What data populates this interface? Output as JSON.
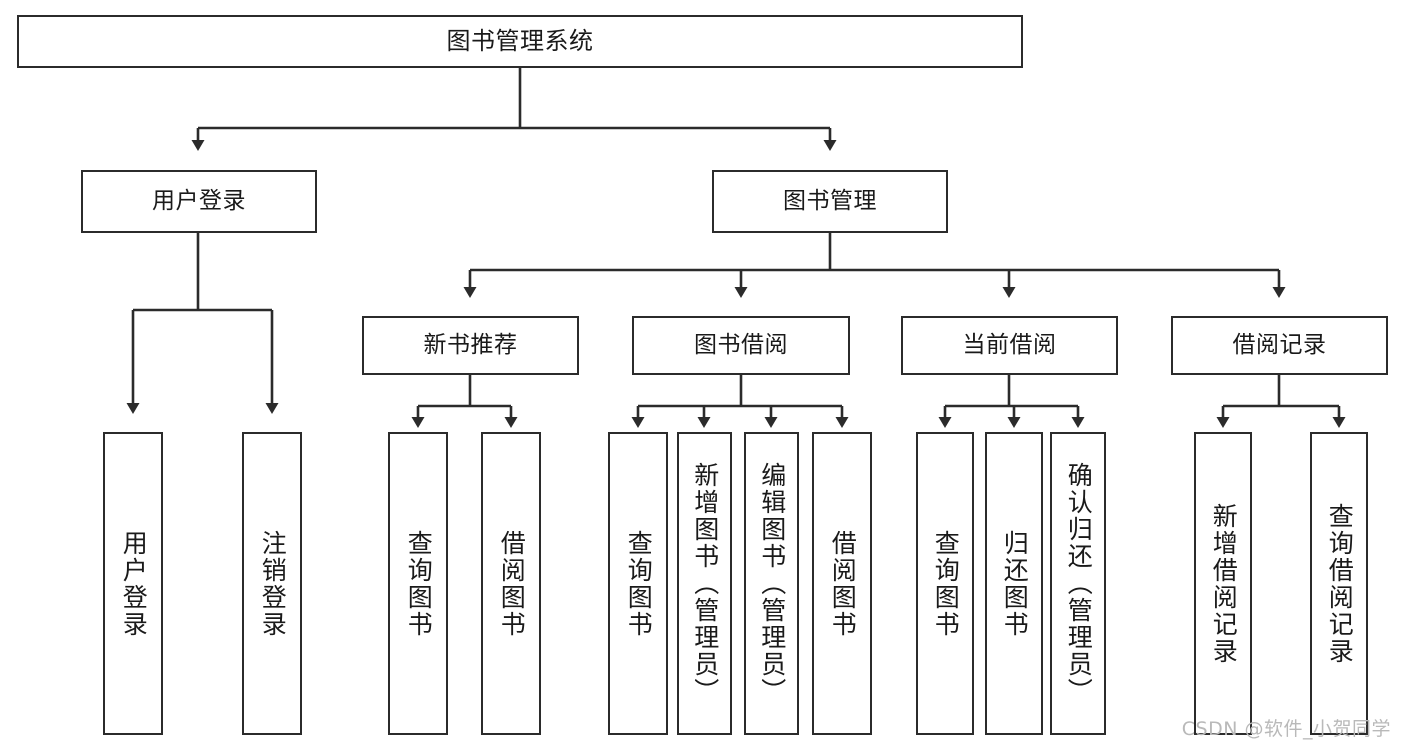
{
  "diagram": {
    "title_text": "图书管理系统",
    "watermark": "CSDN @软件_小贺同学",
    "line_color": "#2b2b2b",
    "box_border_color": "#2b2b2b",
    "background_color": "#ffffff",
    "text_color": "#1a1a1a",
    "watermark_color": "#b9b9b9",
    "type": "tree-diagram",
    "levels": 4
  },
  "nodes": {
    "root": {
      "label": "图书管理系统",
      "orientation": "horizontal"
    },
    "l2": [
      {
        "label": "用户登录",
        "orientation": "horizontal"
      },
      {
        "label": "图书管理",
        "orientation": "horizontal"
      }
    ],
    "l3": [
      {
        "label": "新书推荐",
        "orientation": "horizontal"
      },
      {
        "label": "图书借阅",
        "orientation": "horizontal"
      },
      {
        "label": "当前借阅",
        "orientation": "horizontal"
      },
      {
        "label": "借阅记录",
        "orientation": "horizontal"
      }
    ],
    "leaves": {
      "user_login": [
        {
          "label": "用户登录",
          "orientation": "vertical"
        },
        {
          "label": "注销登录",
          "orientation": "vertical"
        }
      ],
      "new_book_recommend": [
        {
          "label": "查询图书",
          "orientation": "vertical"
        },
        {
          "label": "借阅图书",
          "orientation": "vertical"
        }
      ],
      "book_borrow": [
        {
          "label": "查询图书",
          "orientation": "vertical"
        },
        {
          "label": "新增图书（管理员）",
          "orientation": "vertical"
        },
        {
          "label": "编辑图书（管理员）",
          "orientation": "vertical"
        },
        {
          "label": "借阅图书",
          "orientation": "vertical"
        }
      ],
      "current_borrow": [
        {
          "label": "查询图书",
          "orientation": "vertical"
        },
        {
          "label": "归还图书",
          "orientation": "vertical"
        },
        {
          "label": "确认归还（管理员）",
          "orientation": "vertical"
        }
      ],
      "borrow_record": [
        {
          "label": "新增借阅记录",
          "orientation": "vertical"
        },
        {
          "label": "查询借阅记录",
          "orientation": "vertical"
        }
      ]
    }
  }
}
